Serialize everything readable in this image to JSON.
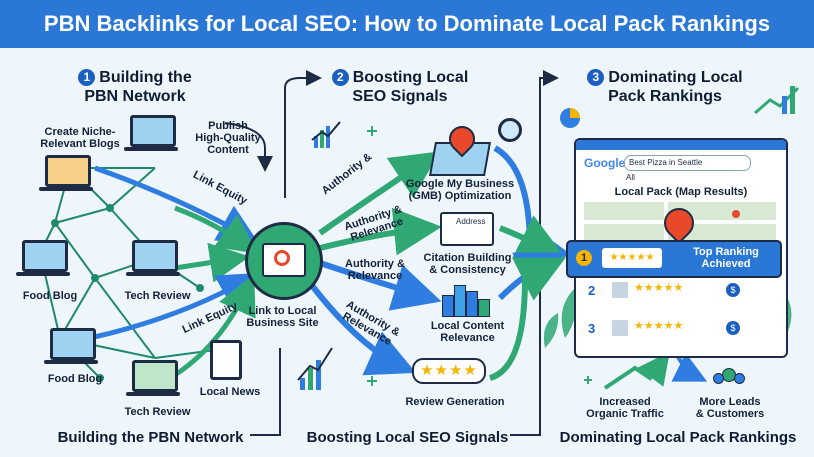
{
  "title": "PBN Backlinks for Local SEO: How to Dominate Local Pack Rankings",
  "sections": [
    {
      "num": "1",
      "title_l1": "Building the",
      "title_l2": "PBN Network",
      "footer": "Building the PBN Network"
    },
    {
      "num": "2",
      "title_l1": "Boosting Local",
      "title_l2": "SEO Signals",
      "footer": "Boosting Local SEO Signals"
    },
    {
      "num": "3",
      "title_l1": "Dominating Local",
      "title_l2": "Pack Rankings",
      "footer": "Dominating Local Pack Rankings"
    }
  ],
  "network": {
    "create_l1": "Create Niche-",
    "create_l2": "Relevant Blogs",
    "publish_l1": "Publish",
    "publish_l2": "High-Quality",
    "publish_l3": "Content",
    "food_blog_1": "Food Blog",
    "tech_review_1": "Tech Review",
    "food_blog_2": "Food Blog",
    "tech_review_2": "Tech Review",
    "local_news": "Local News",
    "link_equity_1": "Link Equity",
    "link_equity_2": "Link Equity",
    "target_l1": "Link to Local",
    "target_l2": "Business Site"
  },
  "signals": {
    "authority_1": "Authority &",
    "authority_2_l1": "Authority &",
    "authority_2_l2": "Relevance",
    "authority_3_l1": "Authority &",
    "authority_3_l2": "Relevance",
    "authority_4_l1": "Authority &",
    "authority_4_l2": "Relevance",
    "gmb_l1": "Google My Business",
    "gmb_l2": "(GMB) Optimization",
    "address_card": "Address",
    "citation_l1": "Citation Building",
    "citation_l2": "& Consistency",
    "content_l1": "Local Content",
    "content_l2": "Relevance",
    "review": "Review Generation"
  },
  "ranking": {
    "search_logo": "Google",
    "search_query": "Best Pizza in Seattle",
    "all_tab": "All",
    "local_pack": "Local Pack (Map Results)",
    "rank1": "1",
    "rank2": "2",
    "rank3": "3",
    "top_l1": "Top Ranking",
    "top_l2": "Achieved",
    "traffic_l1": "Increased",
    "traffic_l2": "Organic Traffic",
    "leads_l1": "More Leads",
    "leads_l2": "& Customers"
  },
  "colors": {
    "banner": "#2a77d6",
    "arrow_blue": "#2f7de0",
    "arrow_green": "#2fa874",
    "dark": "#1d2b44",
    "star": "#f5b500",
    "pin": "#e8492b"
  }
}
